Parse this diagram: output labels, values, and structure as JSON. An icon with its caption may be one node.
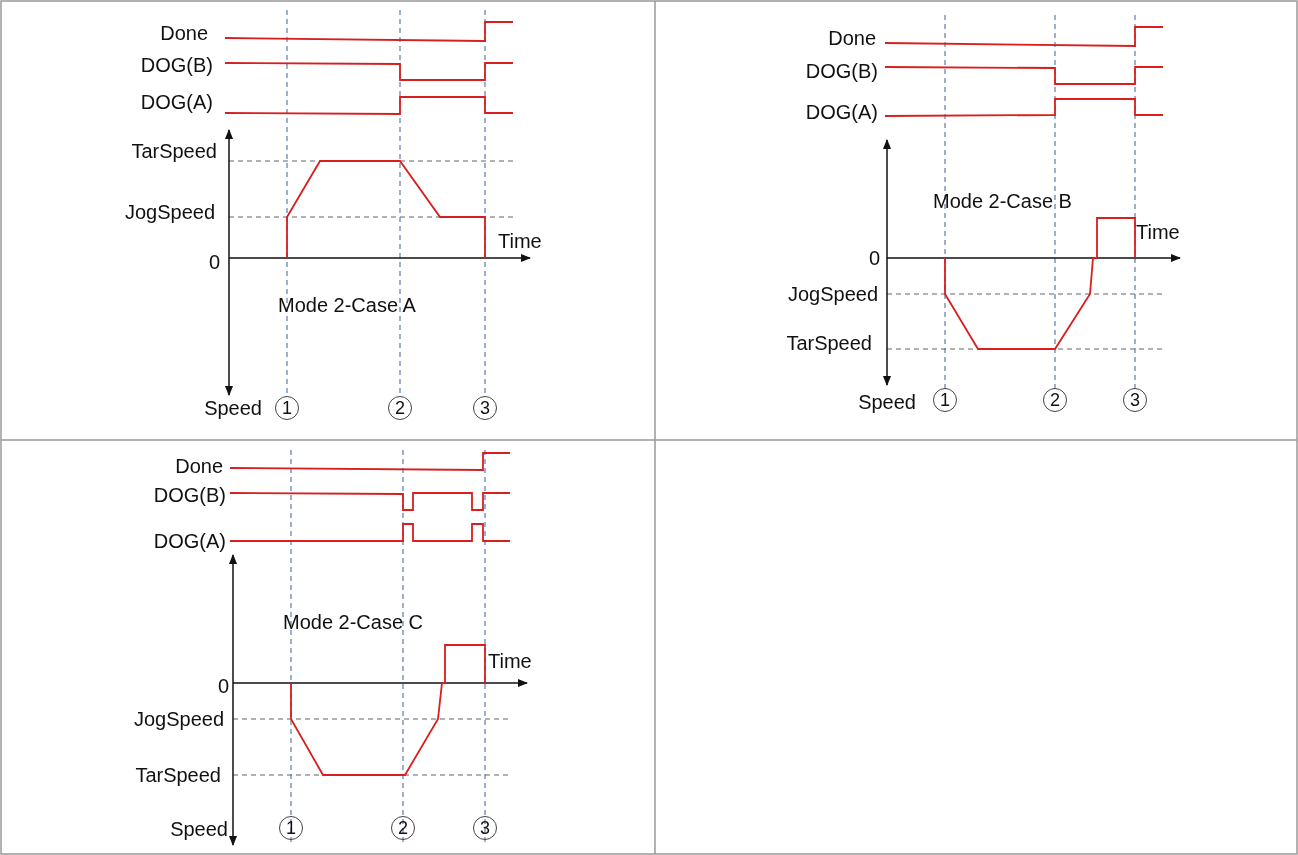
{
  "diagram": {
    "labels": [
      "Done",
      "DOG(B)",
      "DOG(A)",
      "TarSpeed",
      "JogSpeed",
      "Time",
      "0",
      "Mode 2-Case A",
      "Speed",
      "1",
      "2",
      "3",
      "Done",
      "DOG(B)",
      "DOG(A)",
      "Mode 2-Case B",
      "Time",
      "0",
      "JogSpeed",
      "TarSpeed",
      "Speed",
      "1",
      "2",
      "3",
      "Done",
      "DOG(B)",
      "DOG(A)",
      "Mode 2-Case C",
      "Time",
      "0",
      "JogSpeed",
      "TarSpeed",
      "Speed",
      "1",
      "2",
      "3"
    ]
  }
}
